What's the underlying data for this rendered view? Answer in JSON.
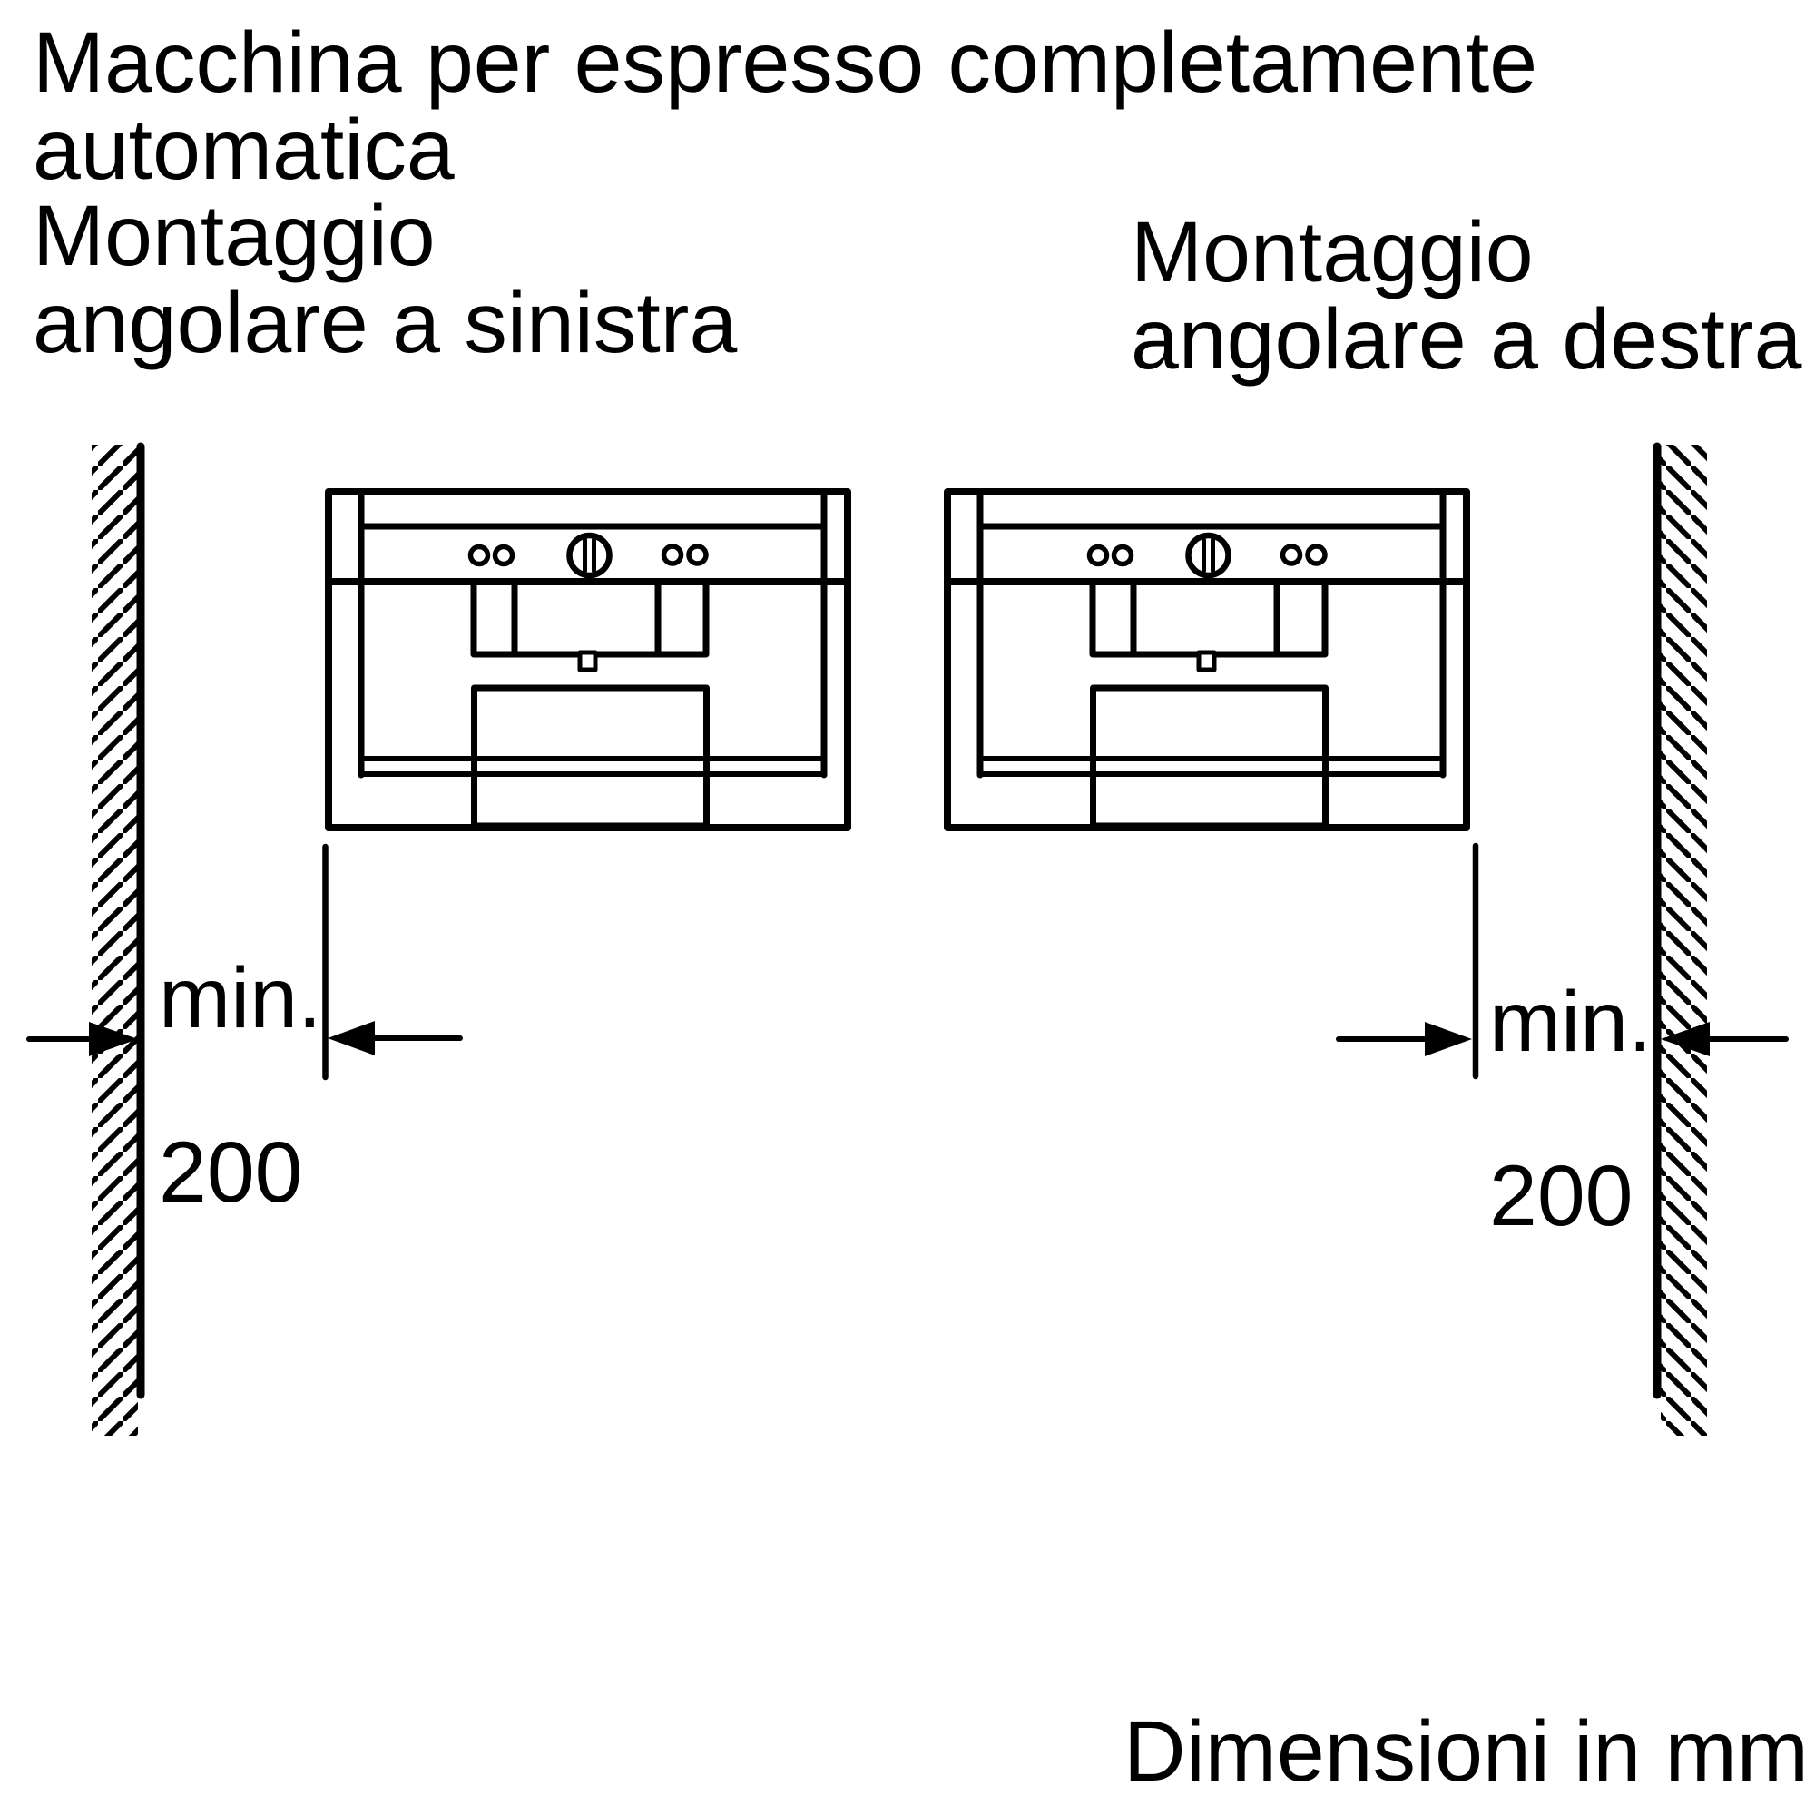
{
  "title": "Macchina per espresso completamente\nautomatica",
  "labels": {
    "left": "Montaggio\nangolare a sinistra",
    "right": "Montaggio\nangolare a destra"
  },
  "dimensions": {
    "left": {
      "qualifier": "min.",
      "value": "200"
    },
    "right": {
      "qualifier": "min.",
      "value": "200"
    }
  },
  "footer": {
    "units_note": "Dimensioni in mm"
  },
  "colors": {
    "ink": "#000000",
    "background": "#ffffff"
  }
}
